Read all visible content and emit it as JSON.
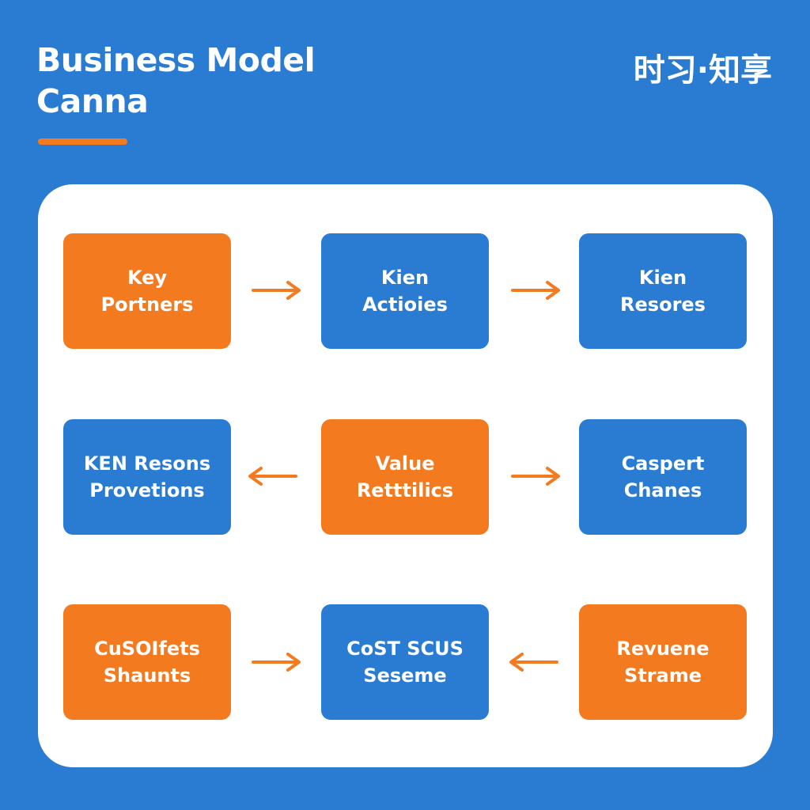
{
  "header": {
    "title_lines": [
      "Business Model",
      "Canna"
    ],
    "brand": "时习·知享"
  },
  "colors": {
    "background": "#2a7bd2",
    "accent": "#f47a20",
    "panel": "#ffffff"
  },
  "boxes": [
    {
      "id": "b1",
      "lines": [
        "Key",
        "Portners"
      ],
      "color": "orange"
    },
    {
      "id": "b2",
      "lines": [
        "Kien",
        "Actioies"
      ],
      "color": "blue"
    },
    {
      "id": "b3",
      "lines": [
        "Kien",
        "Resores"
      ],
      "color": "blue"
    },
    {
      "id": "b4",
      "lines": [
        "KEN Resons",
        "Provetions"
      ],
      "color": "blue"
    },
    {
      "id": "b5",
      "lines": [
        "Value",
        "Retttilics"
      ],
      "color": "orange"
    },
    {
      "id": "b6",
      "lines": [
        "Caspert",
        "Chanes"
      ],
      "color": "blue"
    },
    {
      "id": "b7",
      "lines": [
        "CuSOIfets",
        "Shaunts"
      ],
      "color": "orange"
    },
    {
      "id": "b8",
      "lines": [
        "CoST SCUS",
        "Seseme"
      ],
      "color": "blue"
    },
    {
      "id": "b9",
      "lines": [
        "Revuene",
        "Strame"
      ],
      "color": "orange"
    }
  ],
  "arrows": [
    {
      "id": "a1",
      "from": "b1",
      "to": "b2",
      "direction": "right"
    },
    {
      "id": "a2",
      "from": "b2",
      "to": "b3",
      "direction": "right"
    },
    {
      "id": "a3",
      "from": "b5",
      "to": "b4",
      "direction": "left"
    },
    {
      "id": "a4",
      "from": "b5",
      "to": "b6",
      "direction": "right"
    },
    {
      "id": "a5",
      "from": "b7",
      "to": "b8",
      "direction": "right"
    },
    {
      "id": "a6",
      "from": "b9",
      "to": "b8",
      "direction": "left"
    }
  ]
}
